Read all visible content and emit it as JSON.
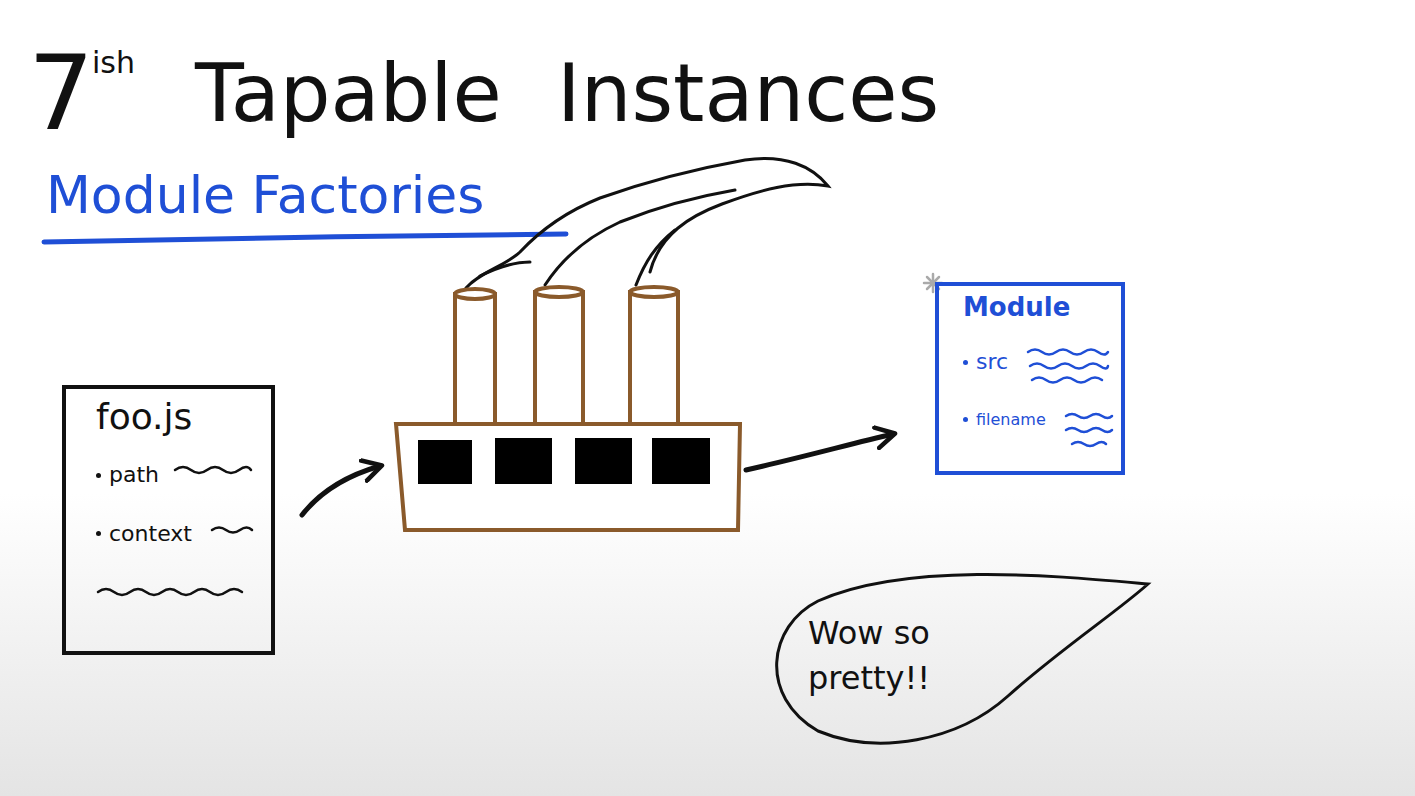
{
  "diagram": {
    "title": "Tapable Instances",
    "nodes": [
      {
        "text": [
          "foo.js",
          "path",
          "context"
        ]
      },
      {
        "text": [
          "Module",
          "src",
          "filename"
        ]
      },
      {
        "text": [
          "Wow so pretty!!"
        ]
      }
    ],
    "labels": [
      "7",
      "ish",
      "Module Factories"
    ]
  }
}
